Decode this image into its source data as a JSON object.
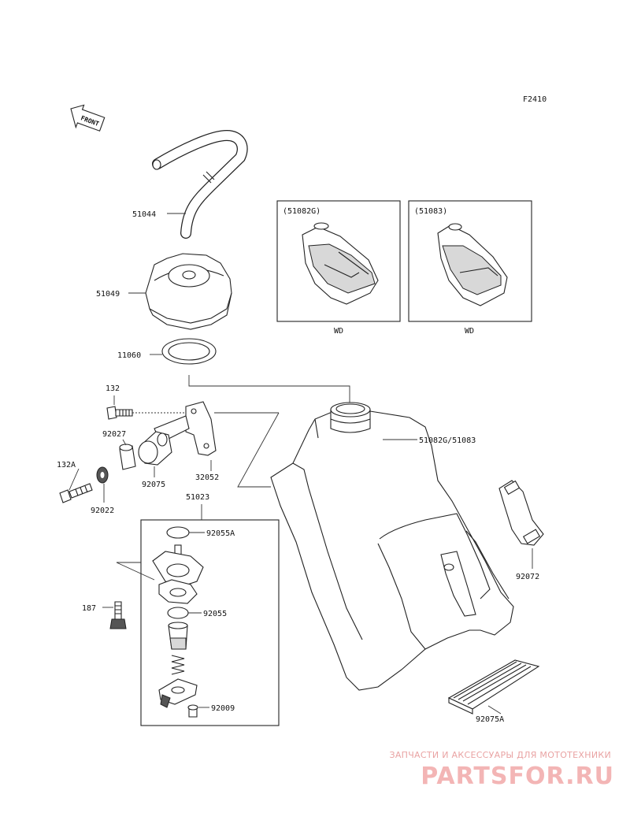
{
  "diagram_code": "F2410",
  "front_arrow_label": "FRONT",
  "inset_boxes": [
    {
      "code": "(51082G)",
      "caption": "WD"
    },
    {
      "code": "(51083)",
      "caption": "WD"
    }
  ],
  "part_labels": {
    "hose": "51044",
    "cap": "51049",
    "gasket": "11060",
    "bolt_132": "132",
    "collar": "92027",
    "bolt_132a": "132A",
    "washer": "92022",
    "damper": "92075",
    "bracket": "32052",
    "cock_assy": "51023",
    "oring_a": "92055A",
    "bolt_187": "187",
    "oring": "92055",
    "screw": "92009",
    "tank": "51082G/51083",
    "strap": "92072",
    "pad": "92075A"
  },
  "watermark": {
    "tagline": "ЗАПЧАСТИ И АКСЕССУАРЫ ДЛЯ МОТОТЕХНИКИ",
    "brand": "PARTSFOR.RU"
  }
}
